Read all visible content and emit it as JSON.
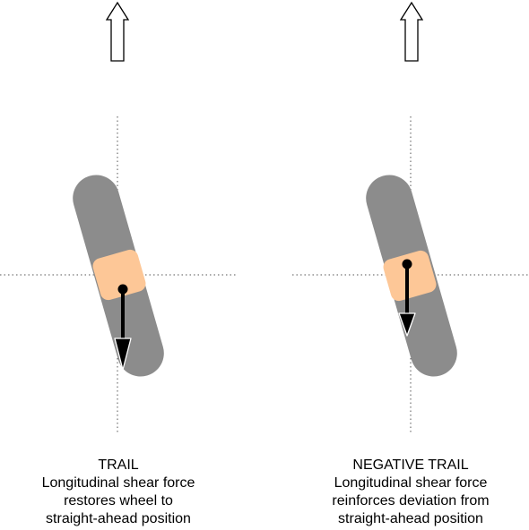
{
  "colors": {
    "tire": "#8c8c8c",
    "contact_patch": "#fdc797",
    "guide_line": "#555555",
    "arrow": "#000000",
    "direction_arrow_fill": "#ffffff"
  },
  "panels": [
    {
      "title": "TRAIL",
      "caption_lines": [
        "Longitudinal shear force",
        "restores wheel to",
        "straight-ahead position"
      ]
    },
    {
      "title": "NEGATIVE TRAIL",
      "caption_lines": [
        "Longitudinal shear force",
        "reinforces deviation from",
        "straight-ahead position"
      ]
    }
  ]
}
